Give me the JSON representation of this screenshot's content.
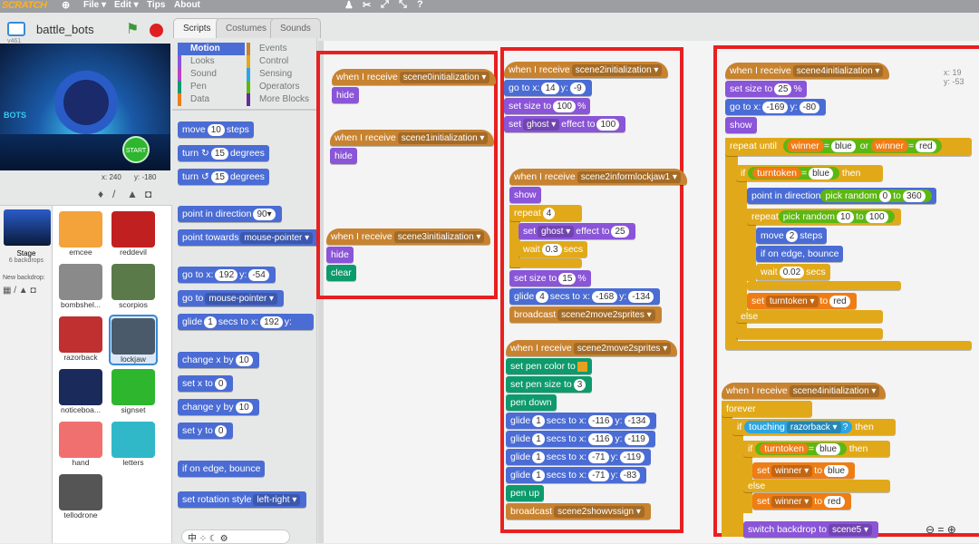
{
  "topbar": {
    "logo": "SCRATCH",
    "file": "File ▾",
    "edit": "Edit ▾",
    "tips": "Tips",
    "about": "About"
  },
  "project": {
    "name": "battle_bots",
    "version": "v461"
  },
  "tabs": [
    "Scripts",
    "Costumes",
    "Sounds"
  ],
  "stage": {
    "x_label": "x: 240",
    "y_label": "y: -180",
    "info": "Stage",
    "backdrops": "6 backdrops",
    "new_backdrop": "New backdrop:"
  },
  "categories_left": [
    "Motion",
    "Looks",
    "Sound",
    "Pen",
    "Data"
  ],
  "categories_right": [
    "Events",
    "Control",
    "Sensing",
    "Operators",
    "More Blocks"
  ],
  "sprites": [
    "emcee",
    "reddevil",
    "bombshel...",
    "scorpios",
    "razorback",
    "lockjaw",
    "noticeboa...",
    "signset",
    "hand",
    "letters",
    "tellodrone"
  ],
  "palette": {
    "move": "move",
    "move_n": "10",
    "steps": "steps",
    "turn_cw": "turn ↻",
    "turn_n": "15",
    "degrees": "degrees",
    "turn_ccw": "turn ↺",
    "point_dir": "point in direction",
    "dir_n": "90▾",
    "point_towards": "point towards",
    "mouse": "mouse-pointer ▾",
    "goto": "go to x:",
    "gx": "192",
    "y": "y:",
    "gy": "-54",
    "goto2": "go to",
    "glide": "glide",
    "g1": "1",
    "secs": "secs to x:",
    "changex": "change x by",
    "cx": "10",
    "setx": "set x to",
    "sx": "0",
    "changey": "change y by",
    "cy": "10",
    "sety": "set y to",
    "sy": "0",
    "edge": "if on edge, bounce",
    "rot": "set rotation style",
    "lr": "left-right ▾"
  },
  "col1": {
    "h1": "when I receive",
    "h1v": "scene0initialization ▾",
    "hide": "hide",
    "h2v": "scene1initialization ▾",
    "h3v": "scene3initialization ▾",
    "clear": "clear"
  },
  "col2": {
    "recv": "when I receive",
    "s2": "scene2initialization ▾",
    "goto": "go to x:",
    "x1": "14",
    "y": "y:",
    "y1": "-9",
    "setsize": "set size to",
    "size1": "100",
    "pct": "%",
    "set": "set",
    "ghost": "ghost ▾",
    "effect": "effect to",
    "e1": "100",
    "s2ilj": "scene2informlockjaw1 ▾",
    "show": "show",
    "repeat": "repeat",
    "r4": "4",
    "change_ghost": "effect to",
    "e25": "25",
    "wait": "wait",
    "w03": "0.3",
    "secs": "secs",
    "size15": "15",
    "glide": "glide",
    "g4": "4",
    "gsecs": "secs to x:",
    "gx": "-168",
    "gy": "-134",
    "broadcast": "broadcast",
    "b1": "scene2move2sprites ▾",
    "s2m": "scene2move2sprites ▾",
    "pencolor": "set pen color to",
    "pensize": "set pen size to",
    "ps": "3",
    "pendown": "pen down",
    "g1": "1",
    "x116": "-116",
    "y134": "-134",
    "y119": "-119",
    "x71": "-71",
    "y83": "-83",
    "penup": "pen up",
    "b2": "scene2showvssign ▾"
  },
  "col3": {
    "recv": "when I receive",
    "s4": "scene4initialization ▾",
    "setsize": "set size to",
    "s25": "25",
    "pct": "%",
    "goto": "go to x:",
    "x169": "-169",
    "y": "y:",
    "y80": "-80",
    "show": "show",
    "repeatuntil": "repeat until",
    "winner": "winner",
    "eq": "=",
    "blue": "blue",
    "or": "or",
    "red": "red",
    "if": "if",
    "turntoken": "turntoken",
    "then": "then",
    "pointdir": "point in direction",
    "pickrandom": "pick random",
    "p0": "0",
    "to": "to",
    "p360": "360",
    "repeat": "repeat",
    "p10": "10",
    "p100": "100",
    "move": "move",
    "m2": "2",
    "steps": "steps",
    "edge": "if on edge, bounce",
    "wait": "wait",
    "w002": "0.02",
    "secs": "secs",
    "set": "set",
    "turntokendd": "turntoken ▾",
    "else": "else",
    "forever": "forever",
    "touching": "touching",
    "razorback": "razorback ▾",
    "q": "?",
    "winnerdd": "winner ▾",
    "switch": "switch backdrop to",
    "scene5": "scene5 ▾"
  },
  "coords": {
    "x": "x: 19",
    "y": "y: -53"
  }
}
